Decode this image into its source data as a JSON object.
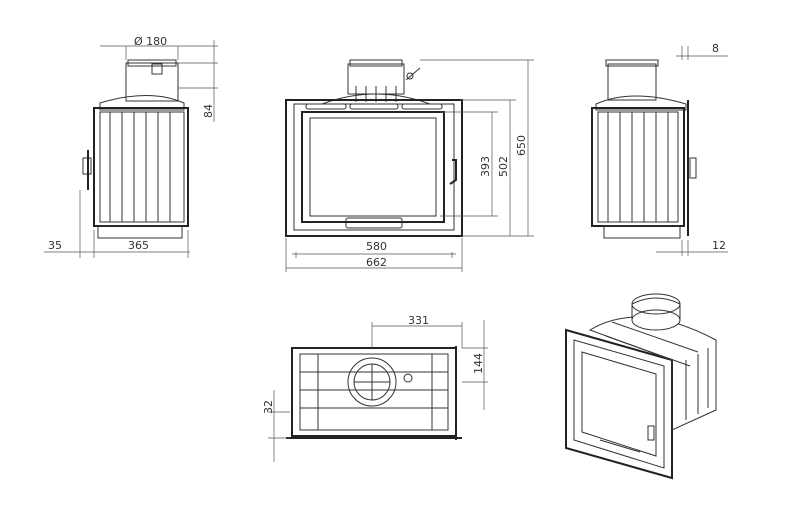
{
  "drawing": {
    "dimensions": {
      "flue_diameter": "Ø 180",
      "flue_height": "84",
      "side_offset": "35",
      "depth": "365",
      "door_width": "580",
      "overall_width": "662",
      "glass_height": "393",
      "door_height": "502",
      "overall_height": "650",
      "top_offset": "8",
      "bottom_offset": "12",
      "top_view_depth": "331",
      "top_view_width": "144",
      "frame_depth": "32"
    }
  }
}
